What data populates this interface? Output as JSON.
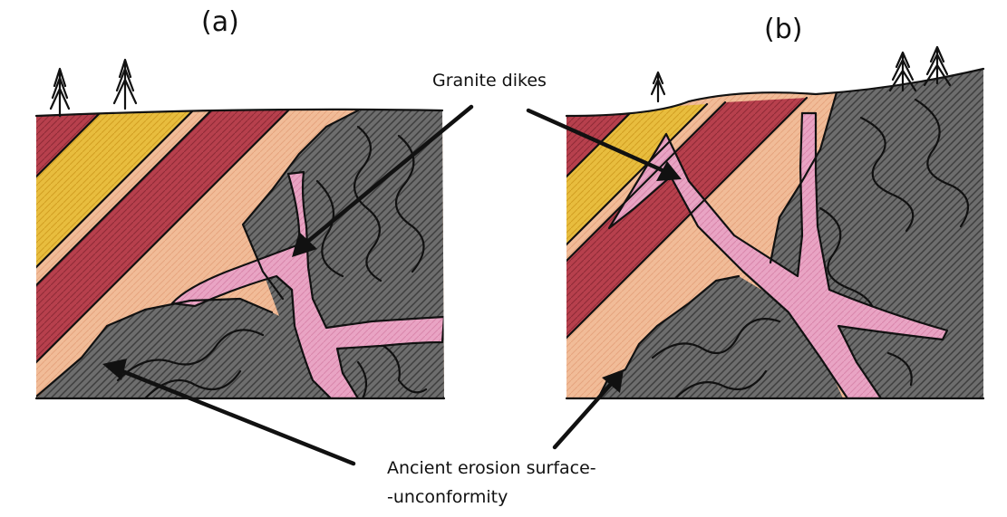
{
  "panels": [
    {
      "label": "(a)"
    },
    {
      "label": "(b)"
    }
  ],
  "callouts": {
    "granite_dikes": "Granite dikes",
    "erosion_line1": "Ancient erosion surface-",
    "erosion_line2": "-unconformity"
  },
  "colors": {
    "yellow_layer": "#e6b83a",
    "red_layer": "#b8404e",
    "peach_layer": "#f0b896",
    "gray_basement": "#6b6b6b",
    "pink_dike": "#e7a0c0"
  }
}
